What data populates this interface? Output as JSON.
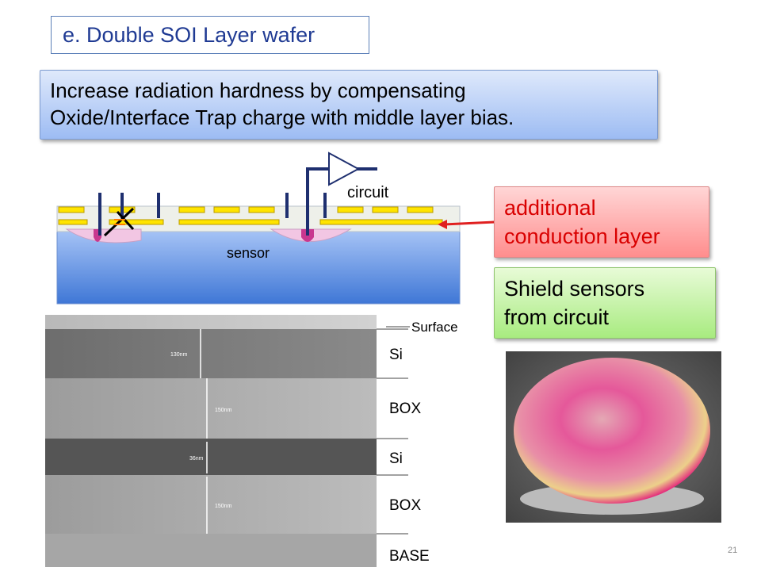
{
  "slide": {
    "title": "e. Double SOI Layer wafer",
    "hardness_line1": "Increase radiation hardness by compensating",
    "hardness_line2": "Oxide/Interface Trap charge with middle layer bias.",
    "conduction_line1": "additional",
    "conduction_line2": "conduction layer",
    "shield_line1": "Shield sensors",
    "shield_line2": "from circuit",
    "page_number": "21"
  },
  "diagram": {
    "circuit_label": "circuit",
    "sensor_label": "sensor"
  },
  "sem": {
    "layers": [
      "Surface",
      "Si",
      "BOX",
      "Si",
      "BOX",
      "BASE"
    ],
    "thickness": [
      "130nm",
      "150nm",
      "36nm",
      "150nm"
    ]
  },
  "colors": {
    "title_text": "#1f3a93",
    "conduction_text": "#d90000",
    "arrow": "#e02020",
    "metal": "#ffe400",
    "implant": "#c8378f"
  }
}
